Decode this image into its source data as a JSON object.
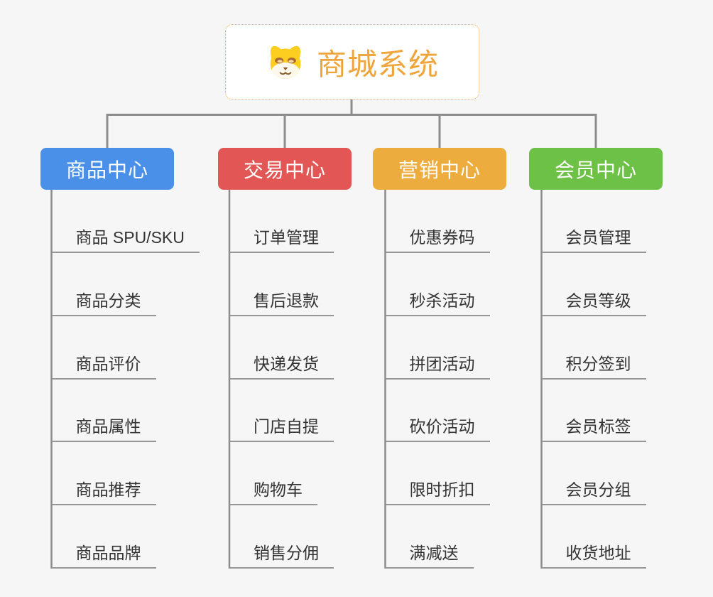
{
  "root": {
    "title": "商城系统",
    "icon": "dog-face-icon",
    "title_color": "#f0a53c",
    "border_color": "#f2ab50"
  },
  "connector_color": "#8c8c8c",
  "underline_color": "#969696",
  "branches": [
    {
      "id": "product-center",
      "label": "商品中心",
      "color": "#4a90e8",
      "items": [
        "商品 SPU/SKU",
        "商品分类",
        "商品评价",
        "商品属性",
        "商品推荐",
        "商品品牌"
      ]
    },
    {
      "id": "trade-center",
      "label": "交易中心",
      "color": "#e25755",
      "items": [
        "订单管理",
        "售后退款",
        "快递发货",
        "门店自提",
        "购物车",
        "销售分佣"
      ]
    },
    {
      "id": "marketing-center",
      "label": "营销中心",
      "color": "#edad3e",
      "items": [
        "优惠券码",
        "秒杀活动",
        "拼团活动",
        "砍价活动",
        "限时折扣",
        "满减送"
      ]
    },
    {
      "id": "member-center",
      "label": "会员中心",
      "color": "#6dc146",
      "items": [
        "会员管理",
        "会员等级",
        "积分签到",
        "会员标签",
        "会员分组",
        "收货地址"
      ]
    }
  ]
}
